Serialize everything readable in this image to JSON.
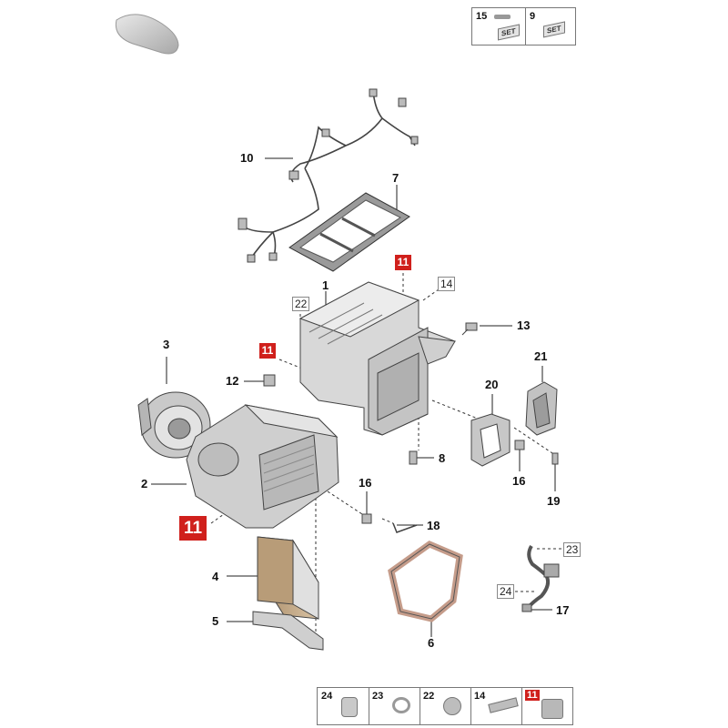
{
  "callouts": {
    "c1": "1",
    "c2": "2",
    "c3": "3",
    "c4": "4",
    "c5": "5",
    "c6": "6",
    "c7": "7",
    "c8": "8",
    "c10": "10",
    "c12": "12",
    "c13": "13",
    "c16a": "16",
    "c16b": "16",
    "c17": "17",
    "c18": "18",
    "c19": "19",
    "c20": "20",
    "c21": "21"
  },
  "boxed_callouts": {
    "b14": "14",
    "b22": "22",
    "b23": "23",
    "b24": "24"
  },
  "red_callouts": {
    "r11a": "11",
    "r11b": "11",
    "r11c": "11"
  },
  "kit_top": {
    "n15": "15",
    "n9": "9",
    "set_a": "SET",
    "set_b": "SET"
  },
  "kit_bottom": {
    "n24": "24",
    "n23": "23",
    "n22": "22",
    "n14": "14",
    "n11": "11"
  },
  "colors": {
    "highlight": "#d0201c",
    "part_fill": "#dcdcdc",
    "part_stroke": "#555555"
  }
}
